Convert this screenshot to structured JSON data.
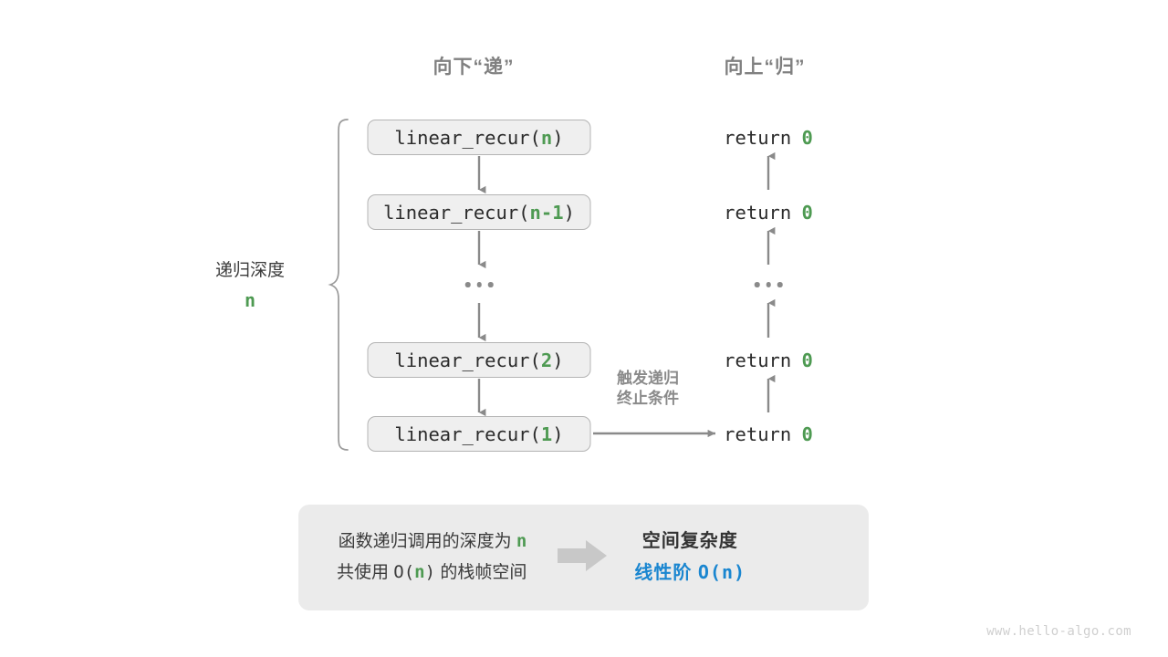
{
  "headers": {
    "down": "向下“递”",
    "up": "向上“归”"
  },
  "colors": {
    "green": "#4e9a52",
    "blue": "#1a86d0",
    "gray_text": "#808080",
    "box_fill": "#efefef",
    "box_border": "#b4b4b4",
    "arrow": "#8a8a8a",
    "panel_fill": "#ebebeb",
    "panel_arrow": "#c8c8c8",
    "watermark": "#cfcfcf"
  },
  "depth_label": {
    "text": "递归深度",
    "variable": "n"
  },
  "trigger_note": {
    "line1": "触发递归",
    "line2": "终止条件"
  },
  "call_stack": [
    {
      "prefix": "linear_recur(",
      "arg": "n",
      "suffix": ")"
    },
    {
      "prefix": "linear_recur(",
      "arg": "n-1",
      "suffix": ")"
    },
    {
      "ellipsis": "..."
    },
    {
      "prefix": "linear_recur(",
      "arg": "2",
      "suffix": ")"
    },
    {
      "prefix": "linear_recur(",
      "arg": "1",
      "suffix": ")"
    }
  ],
  "returns": [
    {
      "keyword": "return",
      "value": "0"
    },
    {
      "keyword": "return",
      "value": "0"
    },
    {
      "ellipsis": "..."
    },
    {
      "keyword": "return",
      "value": "0"
    },
    {
      "keyword": "return",
      "value": "0"
    }
  ],
  "summary": {
    "line1_pre": "函数递归调用的深度为 ",
    "line1_var": "n",
    "line2_pre": "共使用 ",
    "line2_mid_open": "O(",
    "line2_var": "n",
    "line2_mid_close": ")",
    "line2_post": " 的栈帧空间",
    "arrow_icon": "right-block-arrow-icon",
    "title": "空间复杂度",
    "value_text": "线性阶 ",
    "value_mono": "O(n)"
  },
  "watermark": "www.hello-algo.com"
}
